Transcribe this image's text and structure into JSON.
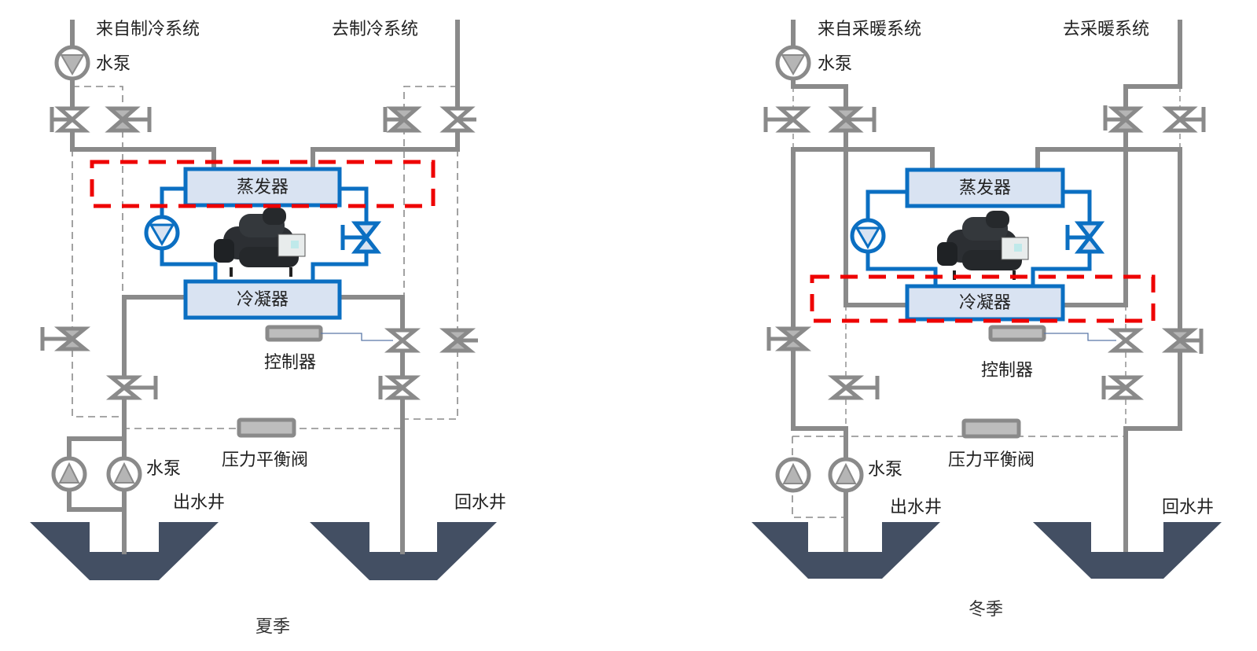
{
  "diagrams": [
    {
      "id": "summer",
      "caption": "夏季",
      "source_label": "来自制冷系统",
      "dest_label": "去制冷系统",
      "top_pump_label": "水泵",
      "evaporator_label": "蒸发器",
      "condenser_label": "冷凝器",
      "controller_label": "控制器",
      "pressure_valve_label": "压力平衡阀",
      "well_pump_label": "水泵",
      "outlet_well_label": "出水井",
      "return_well_label": "回水井",
      "highlighted_component": "蒸发器"
    },
    {
      "id": "winter",
      "caption": "冬季",
      "source_label": "来自采暖系统",
      "dest_label": "去采暖系统",
      "top_pump_label": "水泵",
      "evaporator_label": "蒸发器",
      "condenser_label": "冷凝器",
      "controller_label": "控制器",
      "pressure_valve_label": "压力平衡阀",
      "well_pump_label": "水泵",
      "outlet_well_label": "出水井",
      "return_well_label": "回水井",
      "highlighted_component": "冷凝器"
    }
  ],
  "colors": {
    "pipe": "#8a8a8a",
    "refrigerant": "#0b6fc2",
    "highlight": "#ee0000",
    "well": "#434f63",
    "exchanger_fill": "#d9e3f2"
  }
}
